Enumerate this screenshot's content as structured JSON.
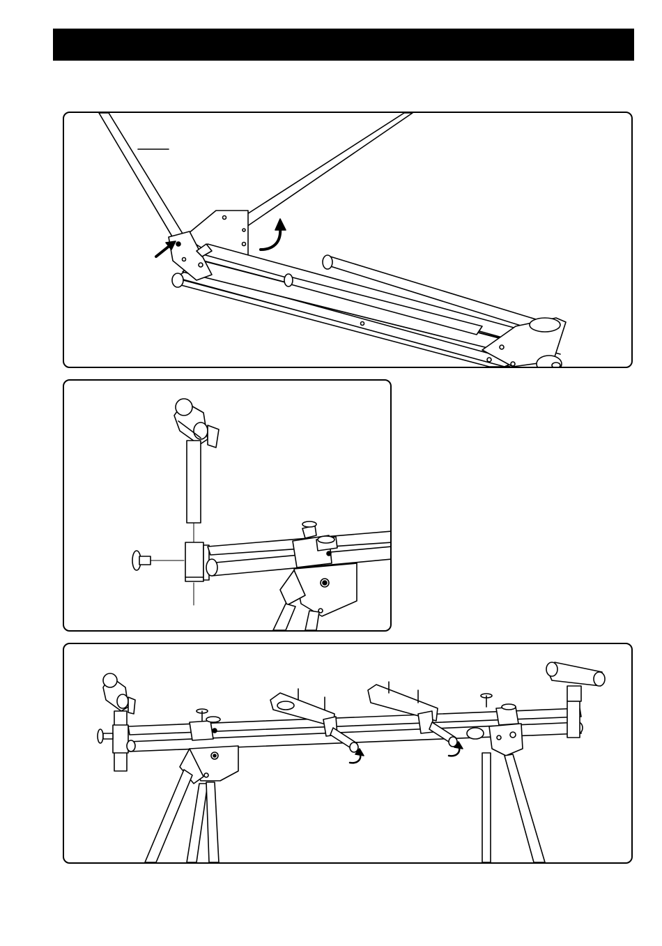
{
  "header": {
    "bar_color": "#000000"
  },
  "figures": [
    {
      "id": "fold-out-legs",
      "icons": [
        "push-arrow-icon",
        "rotate-arrow-icon"
      ]
    },
    {
      "id": "insert-roller-support",
      "icons": [
        "lock-knob-icon"
      ]
    },
    {
      "id": "assembled-stand",
      "icons": [
        "rotate-arrow-icon",
        "rotate-arrow-icon"
      ]
    }
  ]
}
